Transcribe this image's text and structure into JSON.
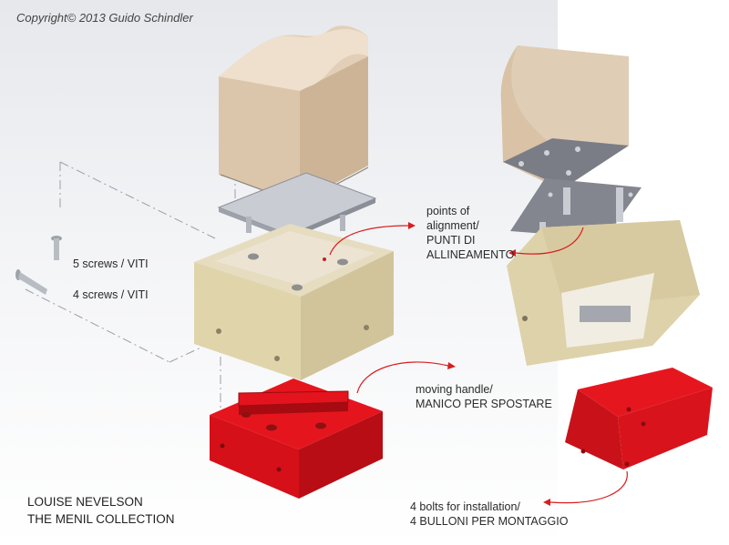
{
  "copyright": "Copyright© 2013 Guido Schindler",
  "labels": {
    "screws5": "5 screws / VITI",
    "screws4": "4 screws / VITI",
    "alignment": [
      "points of",
      "alignment/",
      "PUNTI DI",
      "ALLINEAMENTO"
    ],
    "handle": [
      "moving handle/",
      "MANICO PER SPOSTARE"
    ],
    "bolts": [
      "4 bolts for installation/",
      "4 BULLONI PER MONTAGGIO"
    ]
  },
  "credit": [
    "LOUISE NEVELSON",
    "THE MENIL COLLECTION"
  ],
  "colors": {
    "wood_top": "#ead9c4",
    "wood_front": "#d8c2a6",
    "wood_side": "#c7ae91",
    "box_front": "#e3d7b4",
    "box_side": "#cfc39d",
    "plate": "#b9bcc4",
    "base_red": "#e3141d",
    "base_red_dark": "#b50e14",
    "leader_red": "#d81e1e"
  }
}
